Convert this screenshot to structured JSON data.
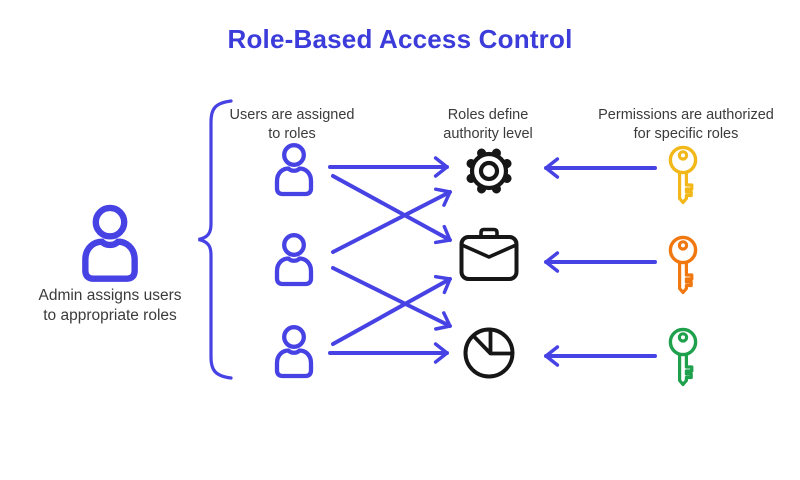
{
  "title": "Role-Based Access Control",
  "colors": {
    "accent_blue": "#4742E4",
    "heading_blue": "#3C3CDB",
    "icon_black": "#161616",
    "text_gray": "#3B3B3B",
    "key_yellow": "#F2B718",
    "key_orange": "#F1770F",
    "key_green": "#1FA04C"
  },
  "admin": {
    "label": "Admin assigns users\nto appropriate roles",
    "icon": "admin-user-icon"
  },
  "columns": {
    "users": {
      "header": "Users are assigned\nto roles",
      "items": [
        {
          "id": "user-1",
          "icon": "user-icon"
        },
        {
          "id": "user-2",
          "icon": "user-icon"
        },
        {
          "id": "user-3",
          "icon": "user-icon"
        }
      ]
    },
    "roles": {
      "header": "Roles define\nauthority level",
      "items": [
        {
          "id": "role-1",
          "icon": "gear-icon"
        },
        {
          "id": "role-2",
          "icon": "briefcase-icon"
        },
        {
          "id": "role-3",
          "icon": "pie-chart-icon"
        }
      ]
    },
    "permissions": {
      "header": "Permissions are authorized\nfor specific roles",
      "items": [
        {
          "id": "permission-1",
          "icon": "key-icon",
          "color": "#F2B718"
        },
        {
          "id": "permission-2",
          "icon": "key-icon",
          "color": "#F1770F"
        },
        {
          "id": "permission-3",
          "icon": "key-icon",
          "color": "#1FA04C"
        }
      ]
    }
  },
  "connections": {
    "user_to_role": [
      {
        "from": "user-1",
        "to": "role-1"
      },
      {
        "from": "user-1",
        "to": "role-2"
      },
      {
        "from": "user-2",
        "to": "role-1"
      },
      {
        "from": "user-2",
        "to": "role-3"
      },
      {
        "from": "user-3",
        "to": "role-2"
      },
      {
        "from": "user-3",
        "to": "role-3"
      }
    ],
    "permission_to_role": [
      {
        "from": "permission-1",
        "to": "role-1"
      },
      {
        "from": "permission-2",
        "to": "role-2"
      },
      {
        "from": "permission-3",
        "to": "role-3"
      }
    ]
  }
}
